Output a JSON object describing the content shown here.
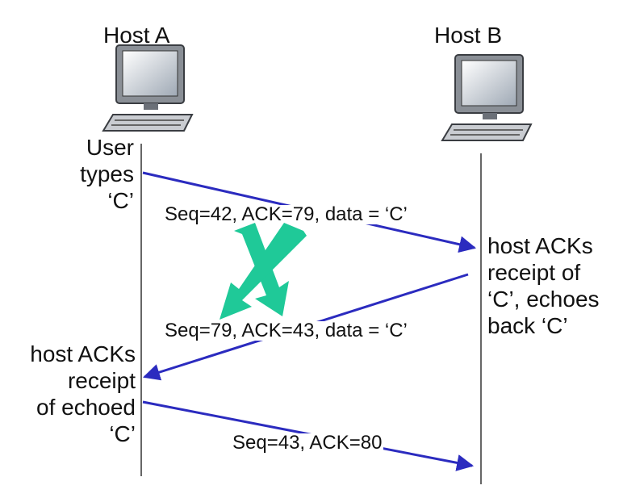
{
  "hosts": {
    "a": "Host A",
    "b": "Host B"
  },
  "notes": {
    "user_types": [
      "User",
      "types",
      "‘C’"
    ],
    "host_b_ack": [
      "host ACKs",
      "receipt of",
      "‘C’, echoes",
      "back ‘C’"
    ],
    "host_a_ack": [
      "host ACKs",
      "receipt",
      "of echoed",
      "‘C’"
    ]
  },
  "segments": {
    "seg1": "Seq=42, ACK=79, data = ‘C’",
    "seg2": "Seq=79, ACK=43, data = ‘C’",
    "seg3": "Seq=43, ACK=80"
  },
  "colors": {
    "arrow": "#2b2bbf",
    "timeline": "#333333",
    "cross": "#1fc998"
  },
  "icons": {
    "computer": "desktop-computer-icon",
    "cross": "x-cross-icon"
  }
}
